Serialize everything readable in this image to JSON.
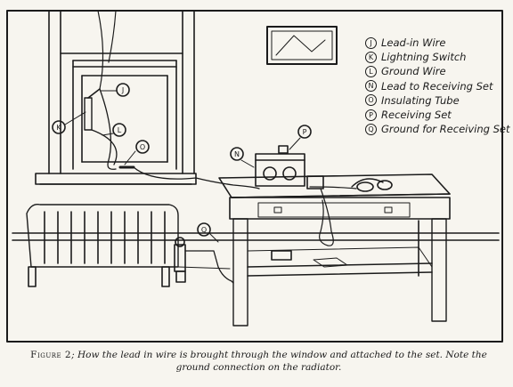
{
  "legend": [
    {
      "key": "J",
      "label": "Lead-in Wire"
    },
    {
      "key": "K",
      "label": "Lightning Switch"
    },
    {
      "key": "L",
      "label": "Ground Wire"
    },
    {
      "key": "N",
      "label": "Lead to Receiving Set"
    },
    {
      "key": "O",
      "label": "Insulating Tube"
    },
    {
      "key": "P",
      "label": "Receiving Set"
    },
    {
      "key": "Q",
      "label": "Ground for Receiving Set"
    }
  ],
  "callouts": {
    "j": "J",
    "k": "K",
    "l": "L",
    "n": "N",
    "o": "O",
    "p": "P",
    "q": "Q"
  },
  "caption": {
    "figure_label": "Figure 2",
    "text": "; How the lead in wire is brought through the window and attached to the set.  Note the ground connection on the radiator."
  }
}
